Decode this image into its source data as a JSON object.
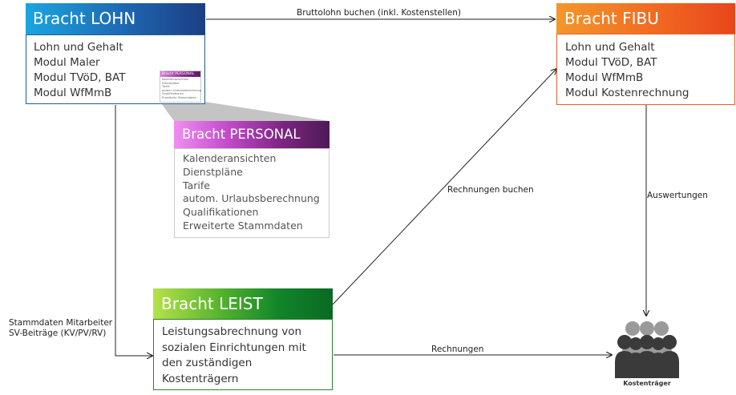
{
  "lohn": {
    "title": "Bracht LOHN",
    "items": [
      "Lohn und Gehalt",
      "Modul Maler",
      "Modul TVöD, BAT",
      "Modul WfMmB"
    ]
  },
  "personal": {
    "title": "Bracht PERSONAL",
    "items": [
      "Kalenderansichten",
      "Dienstpläne",
      "Tarife",
      "autom. Urlaubsberechnung",
      "Qualifikationen",
      "Erweiterte Stammdaten"
    ]
  },
  "fibu": {
    "title": "Bracht FIBU",
    "items": [
      "Lohn und Gehalt",
      "Modul TVöD, BAT",
      "Modul WfMmB",
      "Modul Kostenrechnung"
    ]
  },
  "leist": {
    "title": "Bracht LEIST",
    "items": [
      "Leistungsabrechnung von",
      "sozialen Einrichtungen mit",
      "den zuständigen",
      "Kostenträgern"
    ]
  },
  "arrows": {
    "brutto": "Bruttolohn buchen (inkl. Kostenstellen)",
    "rechnungen_buchen": "Rechnungen buchen",
    "auswertungen": "Auswertungen",
    "stammdaten_line1": "Stammdaten Mitarbeiter",
    "stammdaten_line2": "SV-Beiträge (KV/PV/RV)",
    "rechnungen": "Rechnungen"
  },
  "kostentraeger": {
    "label": "Kostenträger",
    "icon": "people-group-icon"
  },
  "colors": {
    "lohn": "#1e67b2",
    "personal": "#8a2a8f",
    "fibu": "#f16a22",
    "leist": "#12852a",
    "people": "#8a8a8a"
  }
}
